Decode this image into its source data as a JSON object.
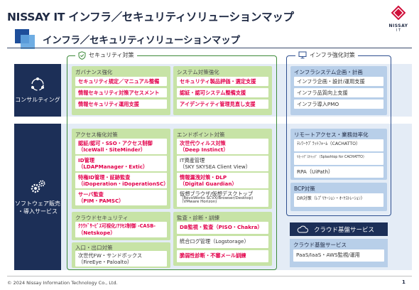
{
  "header": {
    "title": "NISSAY IT インフラ／セキュリティソリューションマップ",
    "logo_text": "NISSAY",
    "logo_sub": "I T"
  },
  "subheader": {
    "title": "インフラ／セキュリティソリューションマップ"
  },
  "rows": [
    {
      "label": "コンサルティング"
    },
    {
      "label": "ソフトウェア販売\n・導入サービス"
    }
  ],
  "security": {
    "header": "セキュリティ対策",
    "groups": [
      {
        "title": "ガバナンス強化",
        "items": [
          {
            "text": "セキュリティ規定／マニュアル整備"
          },
          {
            "text": "情報セキュリティ対策アセスメント"
          },
          {
            "text": "情報セキュリティ運用支援"
          }
        ]
      },
      {
        "title": "システム対策強化",
        "items": [
          {
            "text": "セキュリティ製品評価・選定支援"
          },
          {
            "text": "認証・認可システム整備支援"
          },
          {
            "text": "アイデンティティ管理見直し支援"
          }
        ]
      },
      {
        "title": "アクセス権化対策",
        "items": [
          {
            "line1": "認証/認可・SSO・アクセス制御",
            "line2": "（IceWall・SiteMinder）"
          },
          {
            "line1": "ID管理",
            "line2": "（LDAPManager・Extic）"
          },
          {
            "line1": "特権ID管理・証跡監査",
            "line2": "（iDoperation・iDoperationSC）"
          },
          {
            "line1": "サーバ監査",
            "line2": "（PIM・PAMSC）"
          }
        ]
      },
      {
        "title": "エンドポイント対策",
        "items": [
          {
            "line1": "次世代ウィルス対策",
            "line2": "（Deep Instinct）"
          },
          {
            "line1": "IT資産管理",
            "line2": "（SKY SKYSEA Client View）"
          },
          {
            "line1": "情報漏洩対策・DLP",
            "line2": "（Digital Guardian）"
          },
          {
            "line1": "仮想ブラウザ/仮想デスクトップ",
            "line2": "（RevoWorks SCVX/Browser/Desktop)",
            "line3": "（VMware Horizon)"
          }
        ]
      },
      {
        "title": "クラウドセキュリティ",
        "items": [
          {
            "line1": "ｸﾗｳﾄﾞｻｰﾋﾞｽ可視化/ｱｸｾｽ制御 -CASB-",
            "line2": "（Netskope）"
          }
        ]
      },
      {
        "title": "監査・診断・訓練",
        "items": [
          {
            "text": "DB監視・監査（PISO・Chakra）"
          },
          {
            "text": "統合ログ管理（Logstorage）"
          },
          {
            "text": "脆弱性診断・不審メール訓練"
          }
        ]
      },
      {
        "title": "入口・出口対策",
        "items": [
          {
            "line1": "次世代FW・サンドボックス",
            "line2": "（FireEye・Paloalto）"
          }
        ]
      }
    ]
  },
  "infra": {
    "header": "インフラ強化対策",
    "groups": [
      {
        "title": "インフラシステム企画・計画",
        "items": [
          {
            "text": "インフラ企画・設計/運用支援"
          },
          {
            "text": "インフラ品質向上支援"
          },
          {
            "text": "インフラ導入PMO"
          }
        ]
      },
      {
        "title": "リモートアクセス・業務効率化",
        "items": [
          {
            "text": "ﾃﾚﾜｰｸﾌﾟﾗｯﾄﾌｫｰﾑ（CACHATTO）"
          },
          {
            "text": "ﾘﾓｰﾄﾃﾞｽｸﾄｯﾌﾟ（Splashtop for CACHATTO）"
          },
          {
            "text": "RPA（UiPath）"
          }
        ]
      },
      {
        "title": "BCP対策",
        "items": [
          {
            "text": "DR対策（ﾚﾌﾟﾘｹｰｼｮﾝ・ｵｰｹｽﾄﾚｰｼｮﾝ）"
          }
        ]
      }
    ]
  },
  "cloud": {
    "header": "クラウド基盤サービス",
    "group_title": "クラウド基盤サービス",
    "item": "PaaS/IaaS・AWS監視/運用"
  },
  "footer": {
    "copyright": "© 2024 Nissay Information Technology Co., Ltd.",
    "page": "1"
  },
  "colors": {
    "navy": "#1c2f57",
    "green_frame": "#3d8a3a",
    "green_fill": "#c7e3a6",
    "blue_fill": "#b8cfe9",
    "red_text": "#e2004a"
  }
}
